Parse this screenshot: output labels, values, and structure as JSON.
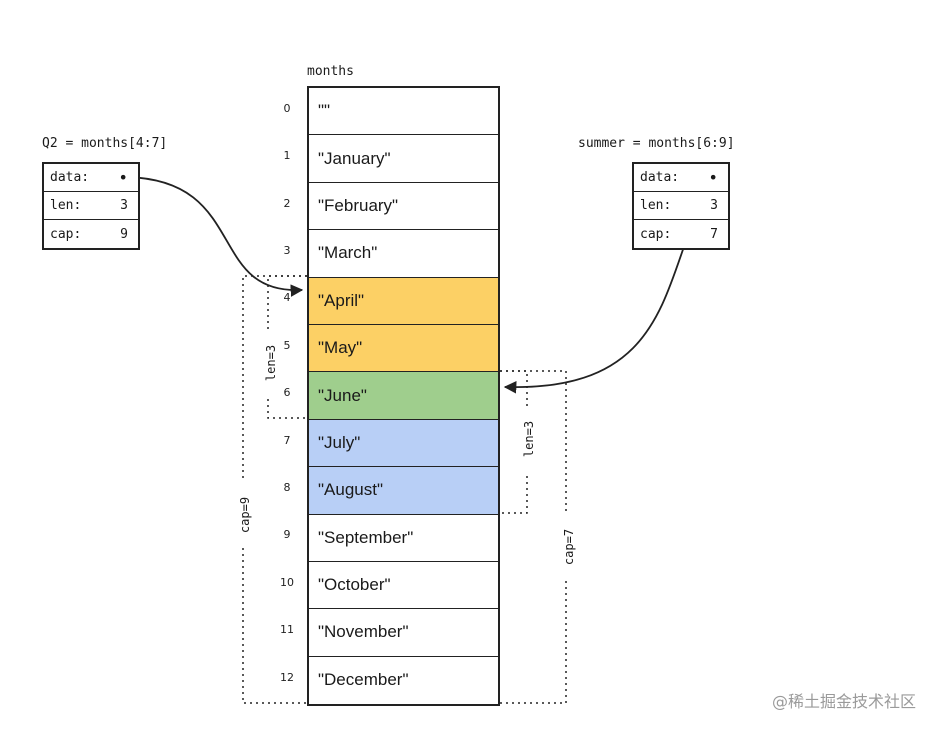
{
  "array": {
    "label": "months",
    "cells": [
      {
        "index": "0",
        "value": "\"\"",
        "color": "#ffffff"
      },
      {
        "index": "1",
        "value": "\"January\"",
        "color": "#ffffff"
      },
      {
        "index": "2",
        "value": "\"February\"",
        "color": "#ffffff"
      },
      {
        "index": "3",
        "value": "\"March\"",
        "color": "#ffffff"
      },
      {
        "index": "4",
        "value": "\"April\"",
        "color": "#fcd065"
      },
      {
        "index": "5",
        "value": "\"May\"",
        "color": "#fcd065"
      },
      {
        "index": "6",
        "value": "\"June\"",
        "color": "#9fce8d"
      },
      {
        "index": "7",
        "value": "\"July\"",
        "color": "#b8cff6"
      },
      {
        "index": "8",
        "value": "\"August\"",
        "color": "#b8cff6"
      },
      {
        "index": "9",
        "value": "\"September\"",
        "color": "#ffffff"
      },
      {
        "index": "10",
        "value": "\"October\"",
        "color": "#ffffff"
      },
      {
        "index": "11",
        "value": "\"November\"",
        "color": "#ffffff"
      },
      {
        "index": "12",
        "value": "\"December\"",
        "color": "#ffffff"
      }
    ]
  },
  "q2": {
    "title": "Q2 = months[4:7]",
    "rows": [
      {
        "key": "data:",
        "value": "•"
      },
      {
        "key": "len:",
        "value": "3"
      },
      {
        "key": "cap:",
        "value": "9"
      }
    ],
    "len_label": "len=3",
    "cap_label": "cap=9"
  },
  "summer": {
    "title": "summer = months[6:9]",
    "rows": [
      {
        "key": "data:",
        "value": "•"
      },
      {
        "key": "len:",
        "value": "3"
      },
      {
        "key": "cap:",
        "value": "7"
      }
    ],
    "len_label": "len=3",
    "cap_label": "cap=7"
  },
  "watermark": "@稀土掘金技术社区",
  "colors": {
    "april_may": "#fcd065",
    "june": "#9fce8d",
    "july_august": "#b8cff6",
    "lines": "#222222"
  }
}
